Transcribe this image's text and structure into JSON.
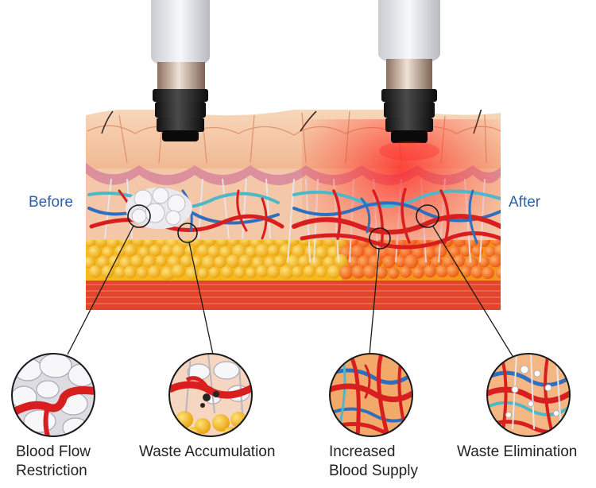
{
  "labels": {
    "before": "Before",
    "after": "After"
  },
  "captions": {
    "blood_flow_restriction_line1": "Blood Flow",
    "blood_flow_restriction_line2": "Restriction",
    "waste_accumulation": "Waste Accumulation",
    "increased_blood_supply_line1": "Increased",
    "increased_blood_supply_line2": "Blood Supply",
    "waste_elimination": "Waste Elimination"
  },
  "colors": {
    "label_blue": "#2f5fa8",
    "skin": "#f4c49e",
    "dermis": "#d98a8a",
    "fat": "#f6b91e",
    "fat_treated": "#f47a1c",
    "muscle": "#e2452b",
    "vessel_red": "#d81e1e",
    "vessel_blue": "#2f6fc0",
    "vessel_teal": "#4fb8c8",
    "waste": "#e4e4ea",
    "energy_glow": "#ff2a2a"
  },
  "icons": {
    "applicator_left": "shockwave-applicator-icon",
    "applicator_right": "shockwave-applicator-icon"
  }
}
